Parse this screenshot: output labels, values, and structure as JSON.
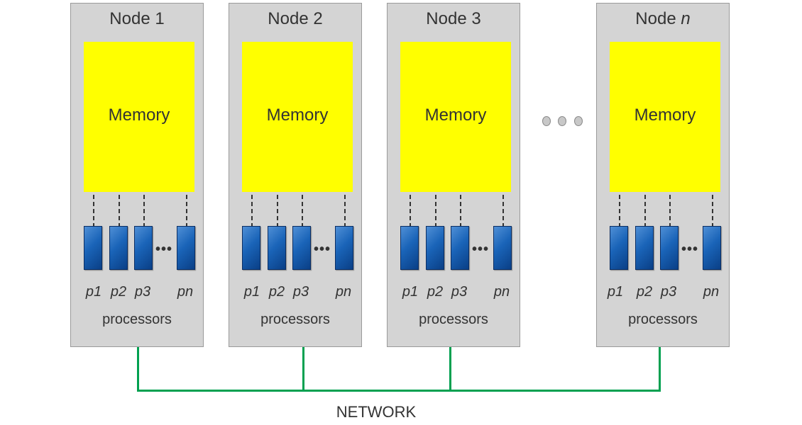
{
  "nodes": [
    {
      "title": "Node 1",
      "memory": "Memory",
      "processor_labels": [
        "p1",
        "p2",
        "p3",
        "pn"
      ],
      "processors_label": "processors"
    },
    {
      "title": "Node 2",
      "memory": "Memory",
      "processor_labels": [
        "p1",
        "p2",
        "p3",
        "pn"
      ],
      "processors_label": "processors"
    },
    {
      "title": "Node 3",
      "memory": "Memory",
      "processor_labels": [
        "p1",
        "p2",
        "p3",
        "pn"
      ],
      "processors_label": "processors"
    },
    {
      "title_prefix": "Node ",
      "title_var": "n",
      "memory": "Memory",
      "processor_labels": [
        "p1",
        "p2",
        "p3",
        "pn"
      ],
      "processors_label": "processors"
    }
  ],
  "network_label": "NETWORK",
  "colors": {
    "node_bg": "#d4d4d4",
    "memory": "#ffff00",
    "processor": "#1a64b8",
    "network": "#00a050"
  }
}
